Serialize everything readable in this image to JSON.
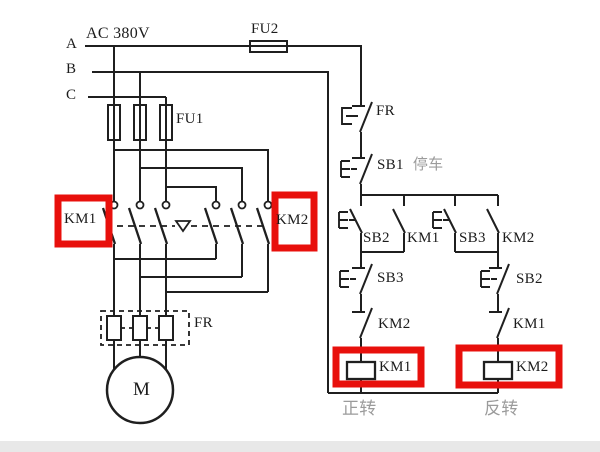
{
  "power_circuit": {
    "supply_voltage": "AC 380V",
    "phases": [
      "A",
      "B",
      "C"
    ],
    "main_fuse": "FU1",
    "control_fuse": "FU2",
    "forward_contactor": "KM1",
    "reverse_contactor": "KM2",
    "thermal_relay": "FR",
    "motor": "M"
  },
  "control_circuit": {
    "thermal_contact": "FR",
    "stop_button": "SB1",
    "stop_caption": "停车",
    "forward_button": "SB2",
    "forward_seal_contact": "KM1",
    "reverse_button": "SB3",
    "reverse_seal_contact": "KM2",
    "forward_interlock_button": "SB3",
    "reverse_interlock_button": "SB2",
    "forward_interlock_contact": "KM2",
    "reverse_interlock_contact": "KM1",
    "forward_coil": "KM1",
    "reverse_coil": "KM2",
    "forward_caption": "正转",
    "reverse_caption": "反转"
  },
  "colors": {
    "highlight": "#e8100c",
    "wire": "#1f1f1f",
    "muted_text": "#9b9b9b"
  }
}
